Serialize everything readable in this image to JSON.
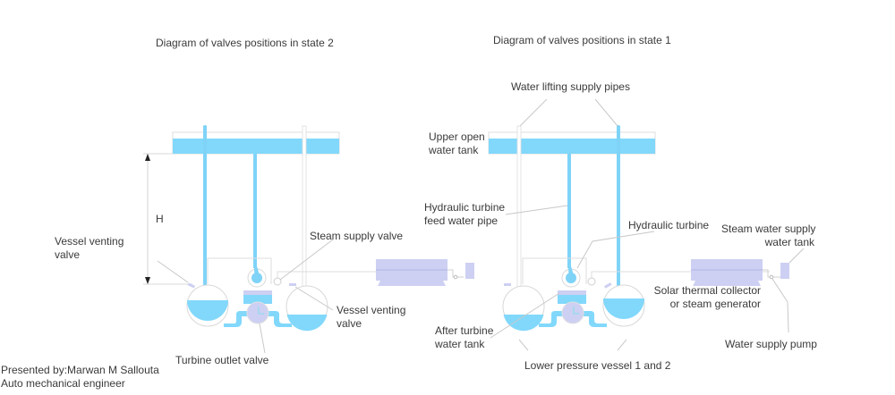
{
  "titles": {
    "state2": "Diagram of valves positions in state 2",
    "state1": "Diagram of valves positions in state 1"
  },
  "left_diagram": {
    "height_label": "H",
    "vessel_venting_valve_left": [
      "Vessel venting",
      "valve"
    ],
    "steam_supply_valve": "Steam supply valve",
    "vessel_venting_valve_right": [
      "Vessel venting",
      "valve"
    ],
    "turbine_outlet_valve": "Turbine outlet valve"
  },
  "right_diagram": {
    "water_lifting_supply_pipes": "Water lifting supply pipes",
    "upper_open_water_tank": [
      "Upper open",
      "water tank"
    ],
    "hydraulic_turbine_feed_water_pipe": [
      "Hydraulic turbine",
      "feed water pipe"
    ],
    "hydraulic_turbine": "Hydraulic turbine",
    "steam_water_supply_water_tank": [
      "Steam water supply",
      "water tank"
    ],
    "solar_thermal_collector": [
      "Solar thermal collector",
      "or steam generator"
    ],
    "after_turbine_water_tank": [
      "After turbine",
      "water tank"
    ],
    "lower_pressure_vessels": "Lower pressure vessel 1 and 2",
    "water_supply_pump": "Water supply pump"
  },
  "credits": {
    "presenter": "Presented by:Marwan M Sallouta",
    "role": "Auto mechanical engineer"
  },
  "colors": {
    "water": "#82d8fb",
    "water_pipe": "#7fd3f7",
    "equipment": "#cdd0f2",
    "outline": "#d8d8d8",
    "leader": "#c8c8c8",
    "text": "#3a3a3a"
  }
}
